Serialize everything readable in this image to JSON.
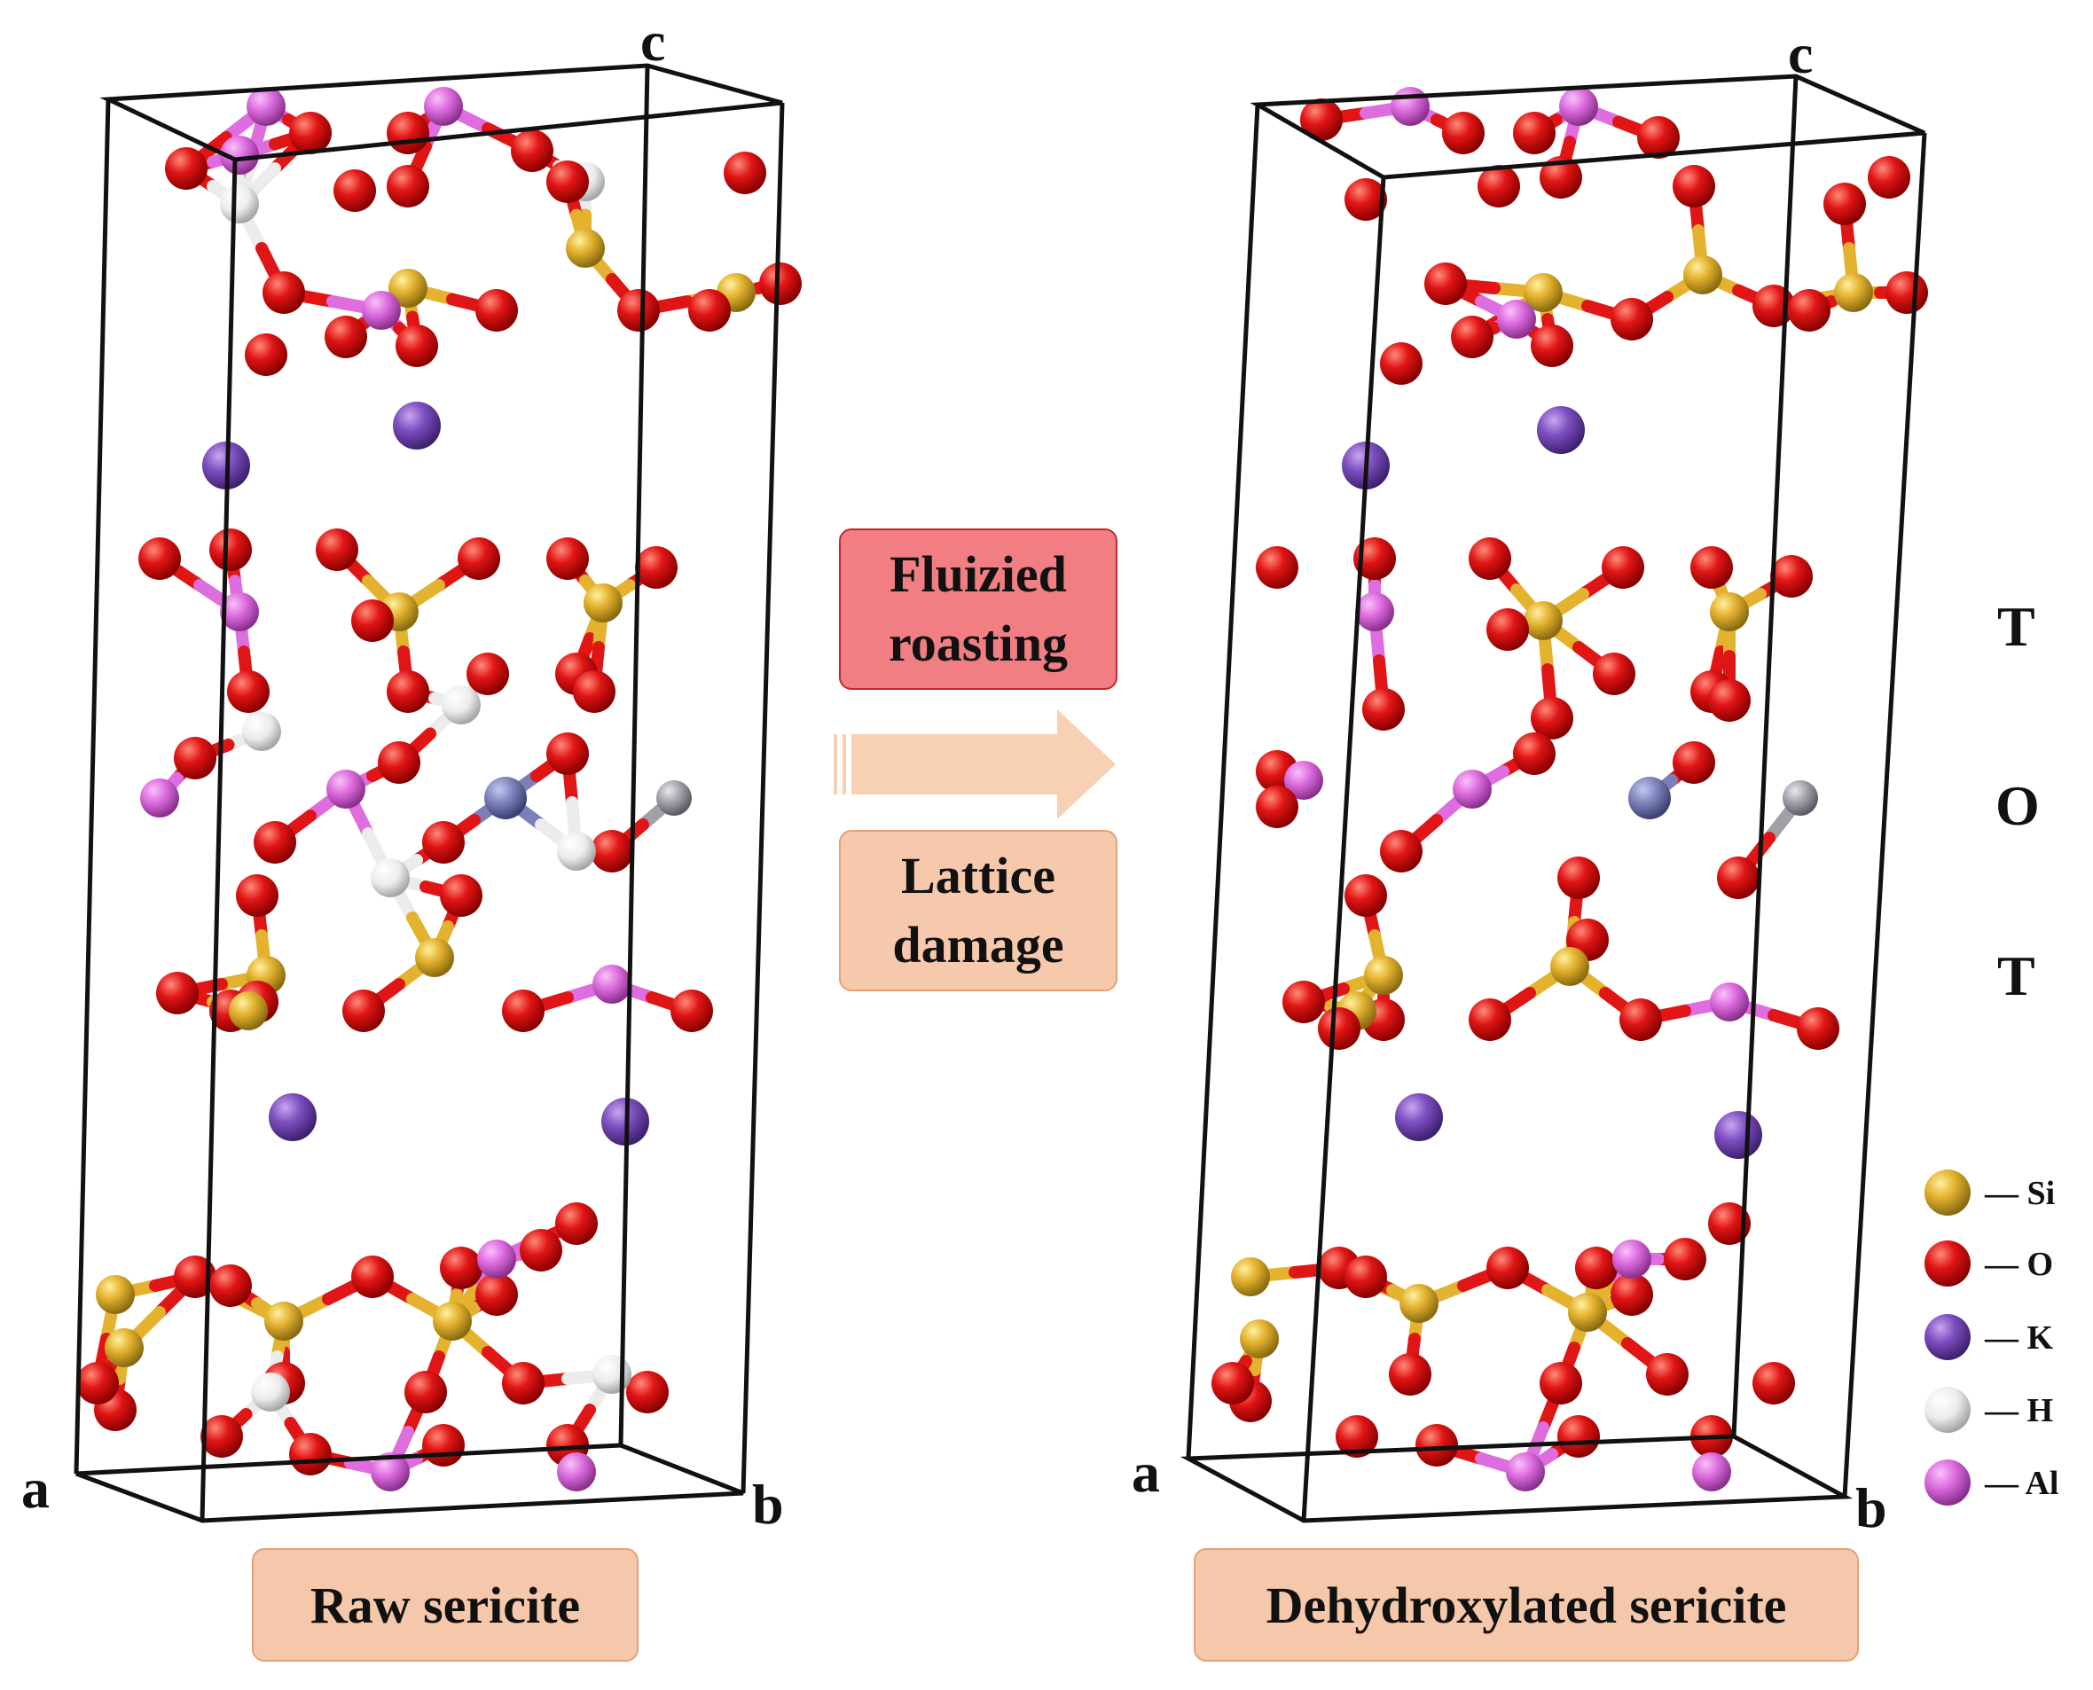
{
  "structures": {
    "left": {
      "caption": "Raw sericite",
      "axes": {
        "a": "a",
        "b": "b",
        "c": "c"
      }
    },
    "right": {
      "caption": "Dehydroxylated sericite",
      "axes": {
        "a": "a",
        "b": "b",
        "c": "c"
      }
    }
  },
  "process": {
    "step1": "Fluizied roasting",
    "step2": "Lattice damage",
    "arrow_color": "#f8d1b4"
  },
  "layers": [
    "T",
    "O",
    "T"
  ],
  "legend": [
    {
      "symbol": "Si",
      "label": "— Si",
      "color": "#e3b22f"
    },
    {
      "symbol": "O",
      "label": "— O",
      "color": "#e01515"
    },
    {
      "symbol": "K",
      "label": "— K",
      "color": "#7d4fc0"
    },
    {
      "symbol": "H",
      "label": "— H",
      "color": "#ececec"
    },
    {
      "symbol": "Al",
      "label": "— Al",
      "color": "#de6ee0"
    }
  ],
  "atom_colors": {
    "Si": "#e3b22f",
    "O": "#e01515",
    "K": "#7d4fc0",
    "H": "#ececec",
    "Al": "#de6ee0",
    "Fe": "#7a7fb8",
    "Ti": "#a0a0a8"
  }
}
